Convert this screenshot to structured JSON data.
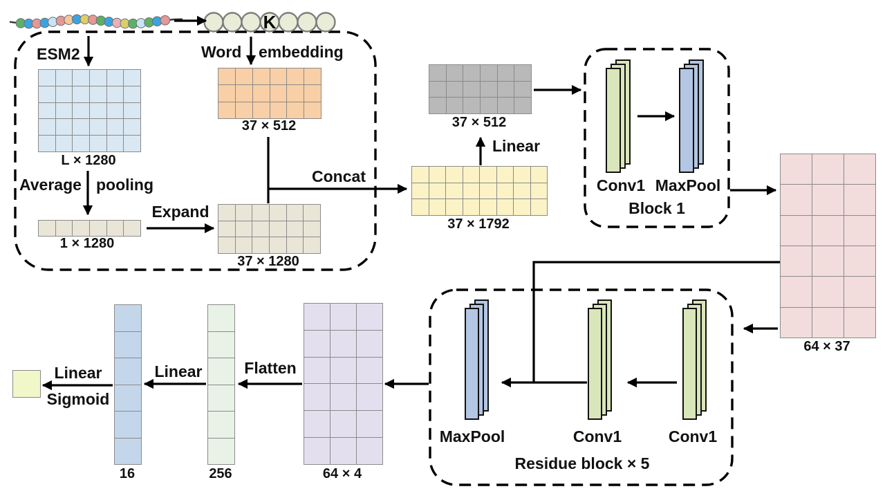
{
  "figure": {
    "description": "Neural network architecture diagram: ESM2 and word embeddings of a protein sequence fused and passed through convolutional blocks to a sigmoid output"
  },
  "palette": {
    "grid_line": "#8a8a8a",
    "circle_fill": "#e9ecd7",
    "circle_stroke": "#7d7d7d",
    "arrow": "#000000"
  },
  "sequence": {
    "bead_colors": [
      "#5db068",
      "#3ba3e0",
      "#e49898",
      "#3ba3e0",
      "#c9e4f4",
      "#e49898",
      "#f4c89c",
      "#3ba3e0",
      "#ddce6a",
      "#e49898",
      "#5db068",
      "#3ba3e0",
      "#eaaebc",
      "#ddce6a",
      "#5db068",
      "#c9e4f4",
      "#5db068",
      "#3ba3e0",
      "#e49898"
    ],
    "num_circles": 7,
    "k_index": 3,
    "residue_label": "K"
  },
  "annotations": {
    "esm2": "ESM2",
    "word": "Word",
    "embedding": "embedding",
    "average": "Average",
    "pooling": "pooling",
    "expand": "Expand",
    "concat": "Concat",
    "linear_proj": "Linear",
    "flatten": "Flatten",
    "linear_fc2": "Linear",
    "linear_fc1": "Linear",
    "sigmoid": "Sigmoid"
  },
  "matrices": {
    "esm2_out": {
      "label": "L × 1280",
      "cols": 6,
      "rows": 5,
      "fill": "#d9e8f2"
    },
    "word_emb": {
      "label": "37 × 512",
      "cols": 6,
      "rows": 3,
      "fill": "#f8cfa6"
    },
    "avg_pool": {
      "label": "1 × 1280",
      "cols": 6,
      "rows": 1,
      "fill": "#e9e6d8"
    },
    "expanded": {
      "label": "37 × 1280",
      "cols": 6,
      "rows": 3,
      "fill": "#e9e6d8"
    },
    "concat_out": {
      "label": "37 × 1792",
      "cols": 8,
      "rows": 3,
      "fill": "#fbf3c6"
    },
    "linear_out": {
      "label": "37 × 512",
      "cols": 6,
      "rows": 3,
      "fill": "#b9b9b9"
    },
    "block1_out": {
      "label": "64 × 37",
      "cols": 3,
      "rows": 6,
      "fill": "#f2dcdc"
    },
    "residue_out": {
      "label": "64 × 4",
      "cols": 3,
      "rows": 6,
      "fill": "#e4dfee"
    },
    "fc_256": {
      "label": "256",
      "cols": 1,
      "rows": 6,
      "fill": "#e9f2e7"
    },
    "fc_16": {
      "label": "16",
      "cols": 1,
      "rows": 6,
      "fill": "#c4d6ea"
    },
    "output": {
      "label": "",
      "cols": 1,
      "rows": 1,
      "fill": "#f2f7ca"
    }
  },
  "blocks": {
    "block1": {
      "title": "Block 1",
      "conv_label": "Conv1",
      "pool_label": "MaxPool"
    },
    "residue": {
      "title": "Residue block × 5",
      "pool_label": "MaxPool",
      "conv_label_mid": "Conv1",
      "conv_label_right": "Conv1"
    }
  },
  "stacks": {
    "layers_per_stack": 3,
    "colors": {
      "conv": "#d9e6ba",
      "pool": "#b3c6e3"
    }
  }
}
